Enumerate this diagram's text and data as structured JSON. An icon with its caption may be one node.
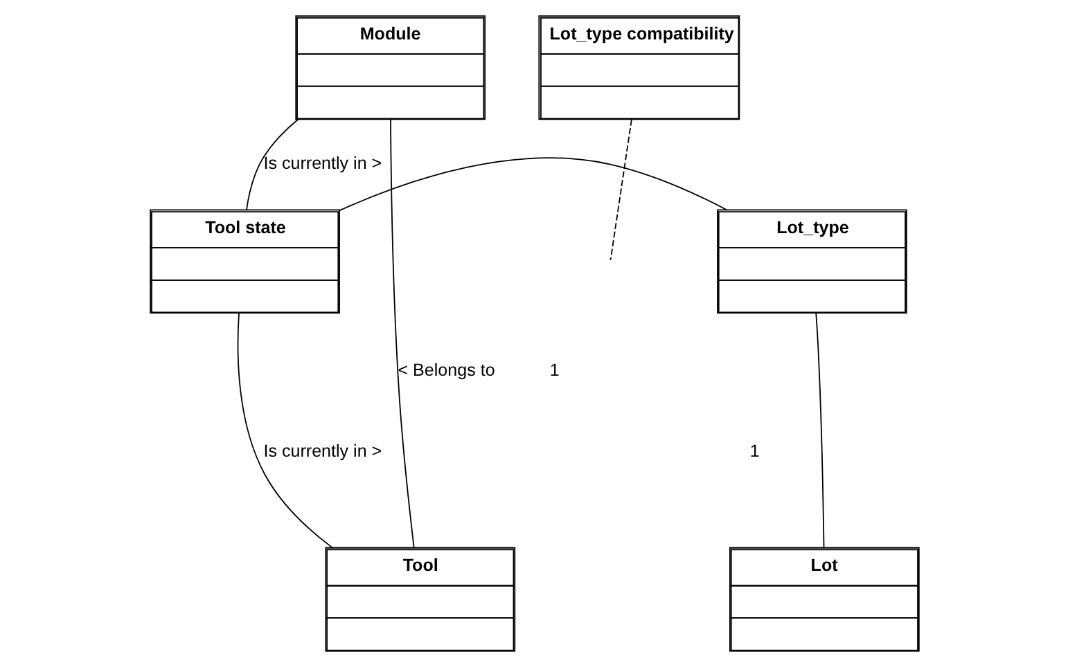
{
  "diagram": {
    "nodes": [
      {
        "text": [
          "Module"
        ]
      },
      {
        "text": [
          "Lot_type compatibility"
        ]
      },
      {
        "text": [
          "Tool state"
        ]
      },
      {
        "text": [
          "Lot_type"
        ]
      },
      {
        "text": [
          "Tool"
        ]
      },
      {
        "text": [
          "Lot"
        ]
      }
    ],
    "edges": [
      {
        "from": 0,
        "to": 2,
        "arrow": "none",
        "label": "Is currently in >"
      },
      {
        "from": 0,
        "to": 4,
        "arrow": "none",
        "label": "< Belongs to"
      },
      {
        "from": 4,
        "to": 2,
        "arrow": "none",
        "label": "Is currently in >"
      },
      {
        "from": 2,
        "to": 3,
        "arrow": "none"
      },
      {
        "from": 1,
        "to": null,
        "arrow": "none",
        "style": "dashed"
      },
      {
        "from": 3,
        "to": 5,
        "arrow": "none"
      }
    ],
    "labels": [
      "1",
      "1"
    ]
  }
}
